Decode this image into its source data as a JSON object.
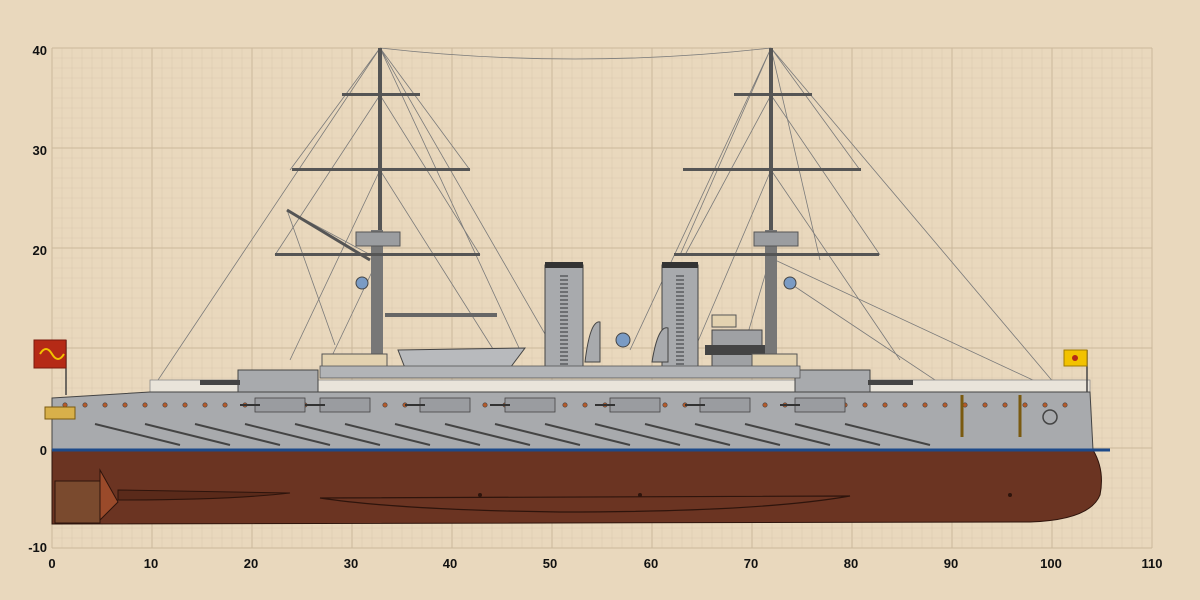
{
  "colors": {
    "background": "#e9d8bd",
    "grid_minor": "#dccab0",
    "grid_major": "#cbb89c",
    "hull_lower": "#6b3422",
    "hull_upper": "#a8aaad",
    "superstructure": "#b2b4b7",
    "deck_wood": "#e3d2b0",
    "waterline": "#1d4a8a",
    "flag_red": "#b52a16",
    "flag_yellow": "#f2c200"
  },
  "axes": {
    "x_ticks": [
      "0",
      "10",
      "20",
      "30",
      "40",
      "50",
      "60",
      "70",
      "80",
      "90",
      "100",
      "110"
    ],
    "y_ticks": [
      "40",
      "30",
      "20",
      "0",
      "-10"
    ]
  },
  "icons": {
    "flag_stern": "dragon-flag-icon",
    "flag_bow": "dragon-flag-icon"
  }
}
